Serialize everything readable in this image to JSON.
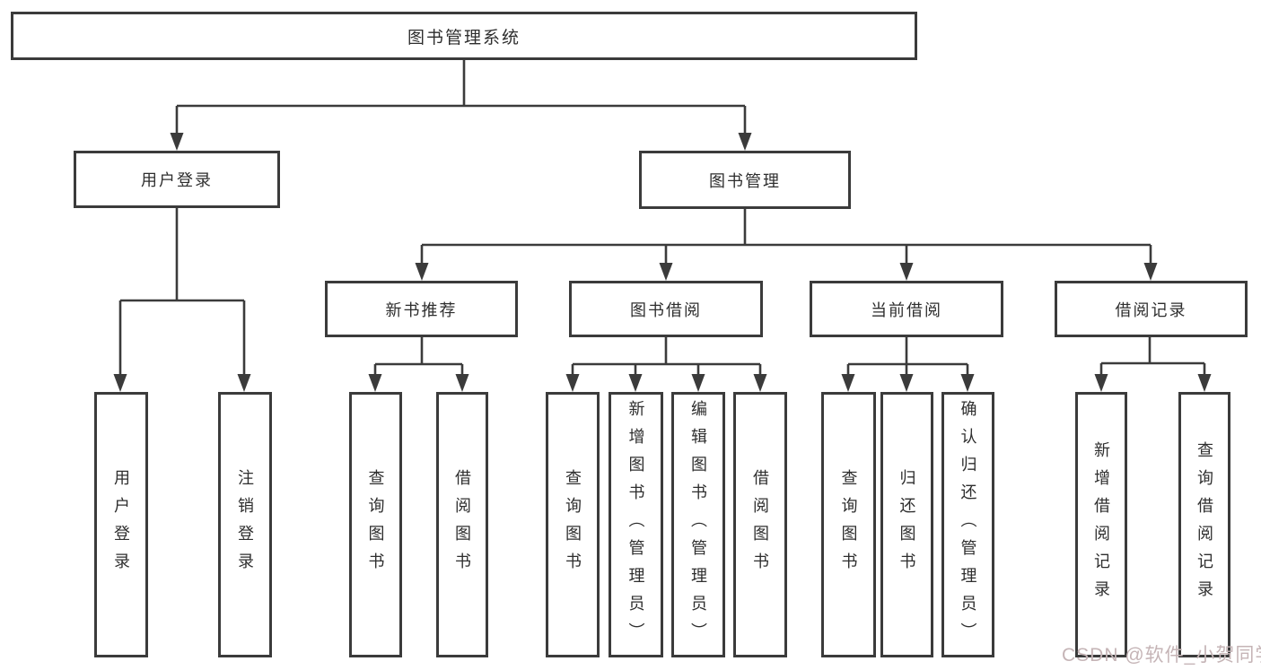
{
  "diagram": {
    "root": {
      "label": "图书管理系统"
    },
    "branches": {
      "user_login": {
        "label": "用户登录",
        "children": {
          "login": "用户登录",
          "logout": "注销登录"
        }
      },
      "book_management": {
        "label": "图书管理",
        "sections": {
          "new_book_recommend": {
            "label": "新书推荐",
            "children": {
              "query_book": "查询图书",
              "borrow_book": "借阅图书"
            }
          },
          "book_borrow": {
            "label": "图书借阅",
            "children": {
              "query_book": "查询图书",
              "add_book_admin": "新增图书（管理员）",
              "edit_book_admin": "编辑图书（管理员）",
              "borrow_book": "借阅图书"
            }
          },
          "current_borrow": {
            "label": "当前借阅",
            "children": {
              "query_book": "查询图书",
              "return_book": "归还图书",
              "confirm_return_admin": "确认归还（管理员）"
            }
          },
          "borrow_record": {
            "label": "借阅记录",
            "children": {
              "add_record": "新增借阅记录",
              "query_record": "查询借阅记录"
            }
          }
        }
      }
    }
  },
  "watermark": {
    "text": "CSDN @软件_小贺同学"
  },
  "colors": {
    "line": "#3b3b3b",
    "box_border": "#3b3b3b",
    "text": "#2e2e2e",
    "watermark": "#c5b4b6",
    "background": "#ffffff"
  }
}
